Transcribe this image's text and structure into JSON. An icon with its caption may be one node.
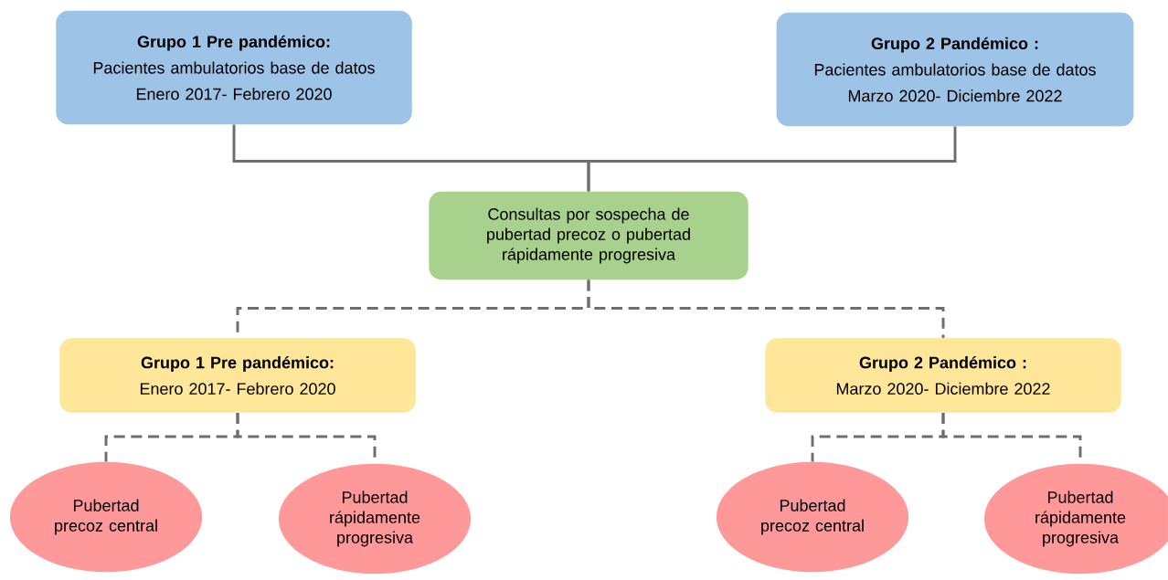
{
  "diagram": {
    "nodes": [
      {
        "text": [
          "Grupo 1 Pre pandémico:",
          "Pacientes ambulatorios base de datos",
          "Enero 2017- Febrero 2020"
        ]
      },
      {
        "text": [
          "Grupo 2 Pandémico :",
          "Pacientes ambulatorios base de datos",
          "Marzo 2020- Diciembre 2022"
        ]
      },
      {
        "text": [
          "Consultas por sospecha de pubertad precoz o pubertad rápidamente progresiva"
        ]
      },
      {
        "text": [
          "Grupo 1 Pre pandémico:",
          "Enero 2017- Febrero 2020"
        ]
      },
      {
        "text": [
          "Grupo 2 Pandémico :",
          "Marzo 2020- Diciembre 2022"
        ]
      },
      {
        "text": [
          "Pubertad precoz central"
        ]
      },
      {
        "text": [
          "Pubertad rápidamente progresiva"
        ]
      },
      {
        "text": [
          "Pubertad precoz central"
        ]
      },
      {
        "text": [
          "Pubertad rápidamente progresiva"
        ]
      }
    ],
    "edges": [
      {
        "from": 0,
        "to": 2,
        "arrow": "none"
      },
      {
        "from": 1,
        "to": 2,
        "arrow": "none"
      },
      {
        "from": 2,
        "to": 3,
        "arrow": "none",
        "style": "dashed"
      },
      {
        "from": 2,
        "to": 4,
        "arrow": "none",
        "style": "dashed"
      },
      {
        "from": 3,
        "to": 5,
        "arrow": "none",
        "style": "dashed"
      },
      {
        "from": 3,
        "to": 6,
        "arrow": "none",
        "style": "dashed"
      },
      {
        "from": 4,
        "to": 7,
        "arrow": "none",
        "style": "dashed"
      },
      {
        "from": 4,
        "to": 8,
        "arrow": "none",
        "style": "dashed"
      }
    ]
  }
}
